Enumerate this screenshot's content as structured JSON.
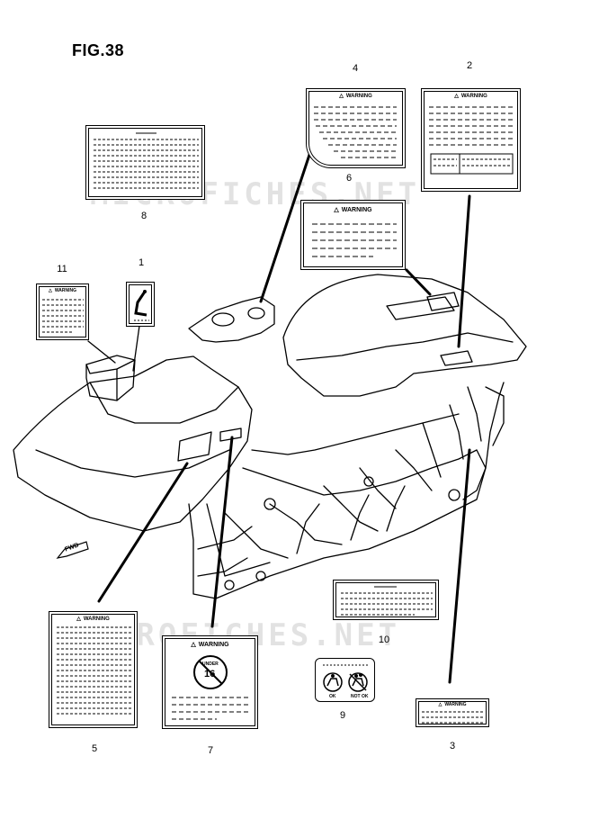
{
  "figure": {
    "title": "FIG.38"
  },
  "callouts": [
    "1",
    "2",
    "3",
    "4",
    "5",
    "6",
    "7",
    "8",
    "9",
    "10",
    "11"
  ],
  "labels": {
    "warning_text": "WARNING",
    "fwd_text": "FWD",
    "age_text": "16",
    "under_text": "UNDER",
    "ok_text": "OK",
    "not_ok_text": "NOT OK"
  },
  "watermark": {
    "text": "MICROFICHES.NET"
  }
}
